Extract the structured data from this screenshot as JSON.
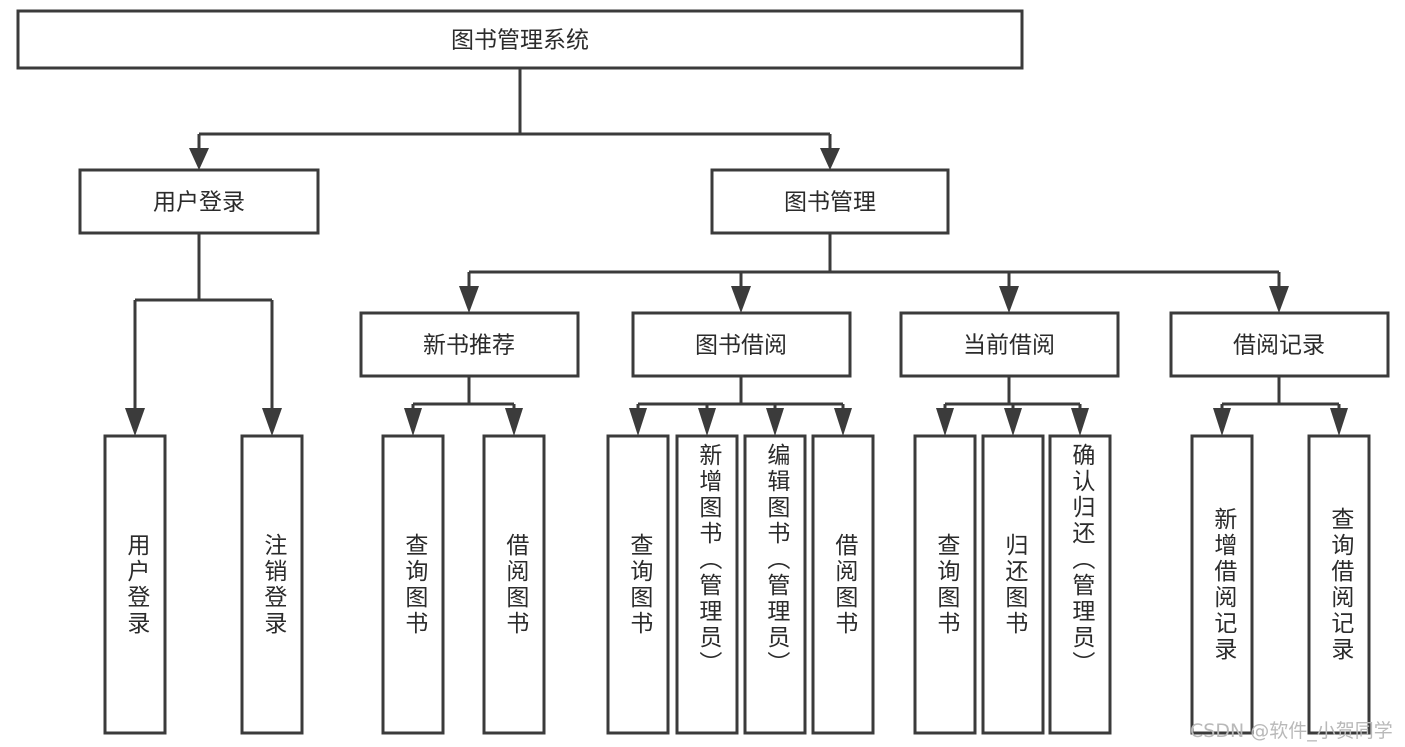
{
  "diagram": {
    "type": "tree-hierarchy",
    "title": "图书管理系统",
    "root": {
      "label": "图书管理系统"
    },
    "level2": [
      {
        "label": "用户登录"
      },
      {
        "label": "图书管理"
      }
    ],
    "level3": [
      {
        "label": "新书推荐"
      },
      {
        "label": "图书借阅"
      },
      {
        "label": "当前借阅"
      },
      {
        "label": "借阅记录"
      }
    ],
    "leaves": {
      "user_login": [
        {
          "label": "用户登录"
        },
        {
          "label": "注销登录"
        }
      ],
      "new_book_recommend": [
        {
          "label": "查询图书"
        },
        {
          "label": "借阅图书"
        }
      ],
      "book_borrow": [
        {
          "label": "查询图书"
        },
        {
          "label": "新增图书（管理员）"
        },
        {
          "label": "编辑图书（管理员）"
        },
        {
          "label": "借阅图书"
        }
      ],
      "current_borrow": [
        {
          "label": "查询图书"
        },
        {
          "label": "归还图书"
        },
        {
          "label": "确认归还（管理员）"
        }
      ],
      "borrow_record": [
        {
          "label": "新增借阅记录"
        },
        {
          "label": "查询借阅记录"
        }
      ]
    }
  },
  "watermark": {
    "text": "CSDN @软件_小贺同学"
  },
  "colors": {
    "stroke": "#3b3b3b",
    "box_fill": "#ffffff",
    "text": "#2b2b2b",
    "watermark": "#b9b9b9",
    "background": "#ffffff"
  }
}
